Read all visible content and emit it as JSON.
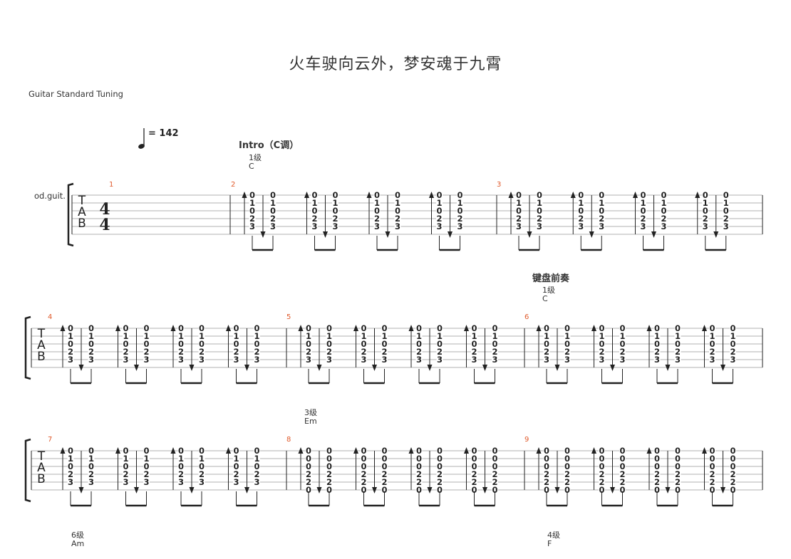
{
  "title": "火车驶向云外，梦安魂于九霄",
  "tuning": "Guitar Standard Tuning",
  "tempo": {
    "symbol": "quarter-note-icon",
    "text": "= 142"
  },
  "instrument": "od.guit.",
  "time_signature": {
    "top": "4",
    "bottom": "4"
  },
  "tab_letters": [
    "T",
    "A",
    "B"
  ],
  "sections": [
    {
      "name": "Intro（C调）",
      "degree": "1级",
      "chord": "C"
    },
    {
      "name": "键盘前奏",
      "degree": "1级",
      "chord": "C"
    }
  ],
  "chord_labels": [
    {
      "degree": "3级",
      "chord": "Em"
    },
    {
      "degree": "6级",
      "chord": "Am"
    },
    {
      "degree": "4级",
      "chord": "F"
    }
  ],
  "measure_numbers": [
    "1",
    "2",
    "3",
    "4",
    "5",
    "6",
    "7",
    "8",
    "9"
  ],
  "chords": {
    "C": [
      "0",
      "1",
      "0",
      "2",
      "3"
    ],
    "Em": [
      "0",
      "0",
      "0",
      "2",
      "2",
      "0"
    ]
  },
  "measures": [
    {
      "number": "1",
      "content": "rest"
    },
    {
      "number": "2",
      "chord": "C"
    },
    {
      "number": "3",
      "chord": "C"
    },
    {
      "number": "4",
      "chord": "C"
    },
    {
      "number": "5",
      "chord": "C"
    },
    {
      "number": "6",
      "chord": "C"
    },
    {
      "number": "7",
      "chord": "C"
    },
    {
      "number": "8",
      "chord": "Em"
    },
    {
      "number": "9",
      "chord": "Em"
    }
  ],
  "strum_pattern": [
    "up",
    "down"
  ],
  "colors": {
    "measure_number": "#e05a2b",
    "ink": "#222222",
    "staff_line": "#999999"
  }
}
